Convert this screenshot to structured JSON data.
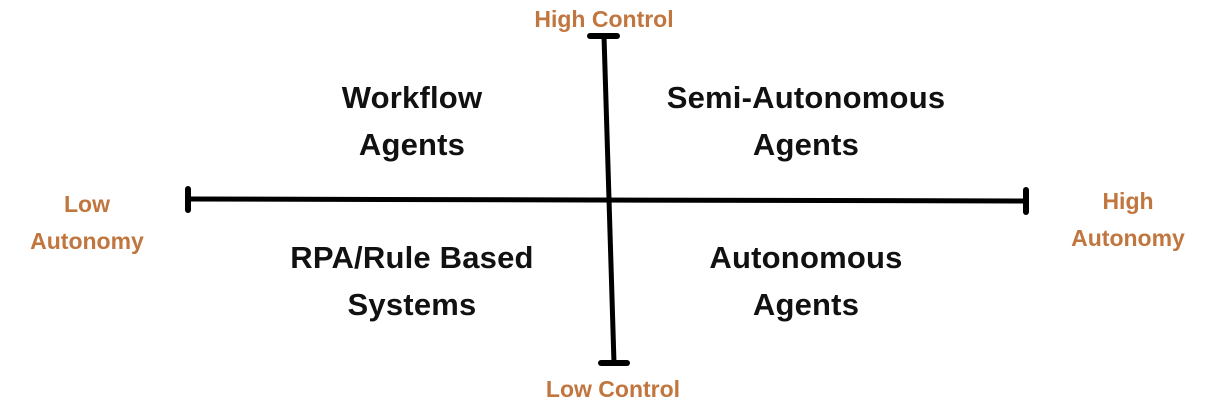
{
  "axes": {
    "top": "High Control",
    "bottom": "Low Control",
    "left": "Low\nAutonomy",
    "right": "High\nAutonomy"
  },
  "quadrants": {
    "top_left": "Workflow\nAgents",
    "top_right": "Semi-Autonomous\nAgents",
    "bottom_left": "RPA/Rule Based\nSystems",
    "bottom_right": "Autonomous\nAgents"
  },
  "colors": {
    "axis_line": "#000000",
    "axis_label_text": "#C0763E",
    "quadrant_text": "#111111",
    "background": "#FFFFFF"
  }
}
